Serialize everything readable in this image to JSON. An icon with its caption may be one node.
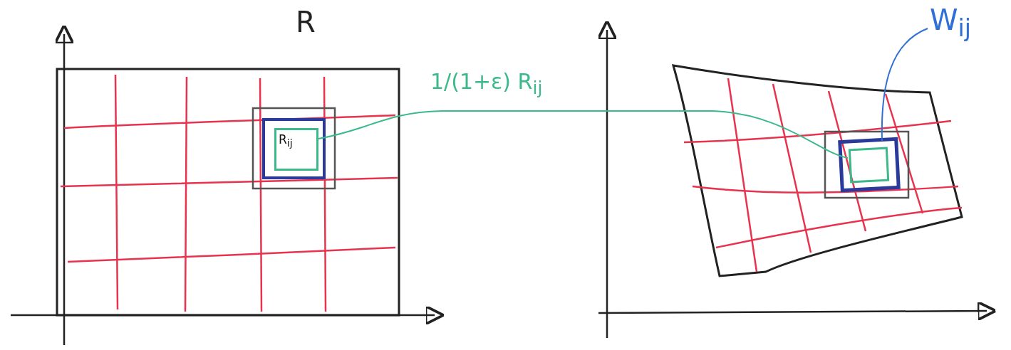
{
  "diagram": {
    "nodes": [
      {
        "text": [
          "R$_{ij}$"
        ]
      },
      {
        "text": [
          "W$_{ij}$"
        ]
      },
      {
        "text": [],
        "shape": "box"
      },
      {
        "text": [],
        "shape": "box",
        "in": 2
      }
    ],
    "edges": [
      {
        "from": 0,
        "to": 3,
        "arrow": "none",
        "label": "1/(1+ε) R$_{ij}$",
        "color": "#3cb98a"
      },
      {
        "from": 1,
        "to": 2,
        "arrow": "none",
        "color": "#2f6fd6"
      }
    ],
    "labels": [
      "R"
    ]
  }
}
